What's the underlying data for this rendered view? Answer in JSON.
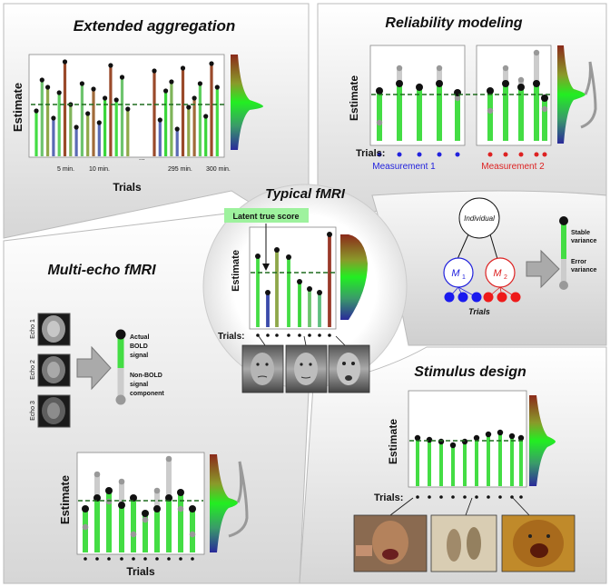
{
  "panels": {
    "extended": {
      "title": "Extended aggregation",
      "y_label": "Estimate",
      "x_label": "Trials",
      "ticks": [
        "5 min.",
        "10 min.",
        "...",
        "295 min.",
        "300 min."
      ]
    },
    "reliability": {
      "title": "Reliability modeling",
      "y_label": "Estimate",
      "trials_label": "Trials:",
      "measurement1": "Measurement 1",
      "measurement2": "Measurement 2"
    },
    "typical": {
      "title": "Typical fMRI",
      "latent_label": "Latent true score",
      "y_label": "Estimate",
      "trials_label": "Trials:"
    },
    "model": {
      "individual": "Individual",
      "m1": "M",
      "m1_sub": "1",
      "m2": "M",
      "m2_sub": "2",
      "trials": "Trials",
      "stable_line1": "Stable",
      "stable_line2": "variance",
      "error_line1": "Error",
      "error_line2": "variance"
    },
    "multiecho": {
      "title": "Multi-echo fMRI",
      "echoes": [
        "Echo 1",
        "Echo 2",
        "Echo 3"
      ],
      "legend_actual": [
        "Actual",
        "BOLD",
        "signal"
      ],
      "legend_nonbold": [
        "Non-BOLD",
        "signal",
        "component"
      ],
      "y_label": "Estimate",
      "x_label": "Trials"
    },
    "stimulus": {
      "title": "Stimulus design",
      "y_label": "Estimate",
      "trials_label": "Trials:"
    }
  },
  "colors": {
    "green": "#44dd44",
    "dashed_line": "#1e6b1e",
    "measurement1": "#2222dd",
    "measurement2": "#dd2222"
  }
}
